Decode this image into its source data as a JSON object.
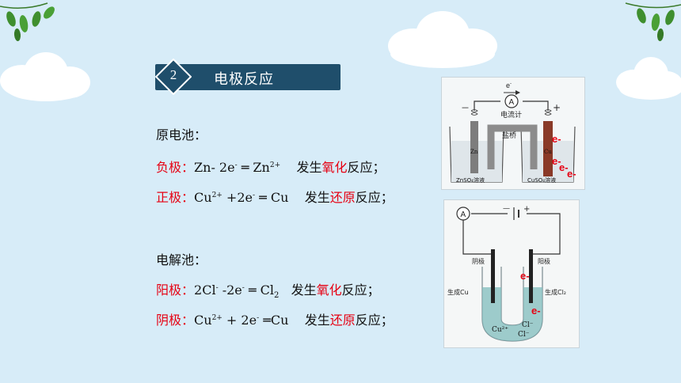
{
  "section": {
    "number": "2",
    "title": "电极反应"
  },
  "galvanic": {
    "title": "原电池：",
    "neg_label": "负极：",
    "neg_eq_a": "Zn- 2e",
    "neg_eq_sup1": "-",
    "neg_eq_b": " ═ Zn",
    "neg_eq_sup2": "2+",
    "neg_tail_pre": "发生",
    "neg_tail_hl": "氧化",
    "neg_tail_post": "反应；",
    "pos_label": "正极：",
    "pos_eq_a": "Cu",
    "pos_eq_sup1": "2+",
    "pos_eq_b": " +2e",
    "pos_eq_sup2": "-",
    "pos_eq_c": " ═ Cu",
    "pos_tail_pre": "发生",
    "pos_tail_hl": "还原",
    "pos_tail_post": "反应；"
  },
  "electrolytic": {
    "title": "电解池：",
    "anode_label": "阳极：",
    "anode_eq_a": "2Cl",
    "anode_eq_sup1": "-",
    "anode_eq_b": " -2e",
    "anode_eq_sup2": "-",
    "anode_eq_c": " ═ Cl",
    "anode_eq_sub": "2",
    "anode_tail_pre": "发生",
    "anode_tail_hl": "氧化",
    "anode_tail_post": "反应；",
    "cathode_label": "阴极：",
    "cathode_eq_a": "Cu",
    "cathode_eq_sup1": "2+",
    "cathode_eq_b": " + 2e",
    "cathode_eq_sup2": "-",
    "cathode_eq_c": " ═Cu",
    "cathode_tail_pre": "发生",
    "cathode_tail_hl": "还原",
    "cathode_tail_post": "反应；"
  },
  "figure_galvanic": {
    "electron_top": "e",
    "electron_sup": "-",
    "ammeter": "A",
    "meter_label": "电流计",
    "minus": "－",
    "plus": "+",
    "salt_bridge": "盐桥",
    "zn": "Zn",
    "cu": "Cu",
    "left_solution": "ZnSO₄溶液",
    "right_solution": "CuSO₄溶液",
    "electrons": [
      "e-",
      "e-",
      "e-",
      "e-"
    ]
  },
  "figure_electrolytic": {
    "ammeter": "A",
    "minus": "—",
    "plus": "+",
    "cathode": "阴极",
    "anode": "阳极",
    "left_product": "生成Cu",
    "right_product": "生成Cl₂",
    "ions": [
      "Cu²⁺",
      "Cl⁻",
      "Cl⁻"
    ],
    "electrons": [
      "e-",
      "e-"
    ]
  },
  "colors": {
    "background": "#d7ecf8",
    "heading": "#1f4e6b",
    "highlight": "#e60012"
  }
}
